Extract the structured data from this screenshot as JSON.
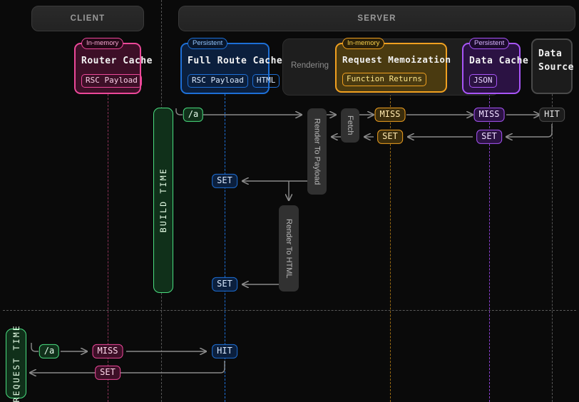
{
  "zones": [
    {
      "id": "client",
      "label": "CLIENT"
    },
    {
      "id": "server",
      "label": "SERVER"
    }
  ],
  "colors": {
    "router_cache": "#ec4899",
    "full_route_cache": "#1d6fd6",
    "request_memoization": "#f0a020",
    "data_cache": "#a855f7",
    "data_source": "#4a4a4a",
    "phase": "#4ade80",
    "background": "#0a0a0a",
    "arrow": "#8a8a8a"
  },
  "caches": [
    {
      "id": "router-cache",
      "badge": "In-memory",
      "title": "Router Cache",
      "tags": [
        "RSC Payload"
      ]
    },
    {
      "id": "full-route-cache",
      "badge": "Persistent",
      "title": "Full Route Cache",
      "tags": [
        "RSC Payload",
        "HTML"
      ]
    },
    {
      "id": "request-memoization",
      "badge": "In-memory",
      "title": "Request Memoization",
      "tags": [
        "Function Returns"
      ]
    },
    {
      "id": "data-cache",
      "badge": "Persistent",
      "title": "Data Cache",
      "tags": [
        "JSON"
      ]
    },
    {
      "id": "data-source",
      "badge": "",
      "title": "Data\nSource",
      "title_line1": "Data",
      "title_line2": "Source",
      "tags": []
    }
  ],
  "rendering": {
    "label": "Rendering"
  },
  "phases": [
    {
      "id": "build-time",
      "label": "BUILD TIME"
    },
    {
      "id": "request-time",
      "label": "REQUEST TIME"
    }
  ],
  "processes": [
    {
      "id": "render-to-payload",
      "label": "Render To Payload"
    },
    {
      "id": "fetch",
      "label": "Fetch"
    },
    {
      "id": "render-to-html",
      "label": "Render To HTML"
    }
  ],
  "build_time_flow": {
    "route_request": "/a",
    "steps": [
      {
        "id": "memo-miss",
        "label": "MISS",
        "color": "orange"
      },
      {
        "id": "data-cache-miss",
        "label": "MISS",
        "color": "purple"
      },
      {
        "id": "data-source-hit",
        "label": "HIT",
        "color": "gray"
      },
      {
        "id": "data-cache-set",
        "label": "SET",
        "color": "purple"
      },
      {
        "id": "memo-set",
        "label": "SET",
        "color": "orange"
      },
      {
        "id": "full-route-cache-set-payload",
        "label": "SET",
        "color": "blue"
      },
      {
        "id": "full-route-cache-set-html",
        "label": "SET",
        "color": "blue"
      }
    ]
  },
  "request_time_flow": {
    "route_request": "/a",
    "steps": [
      {
        "id": "router-cache-miss",
        "label": "MISS",
        "color": "pink"
      },
      {
        "id": "full-route-cache-hit",
        "label": "HIT",
        "color": "blue"
      },
      {
        "id": "router-cache-set",
        "label": "SET",
        "color": "pink"
      }
    ]
  }
}
